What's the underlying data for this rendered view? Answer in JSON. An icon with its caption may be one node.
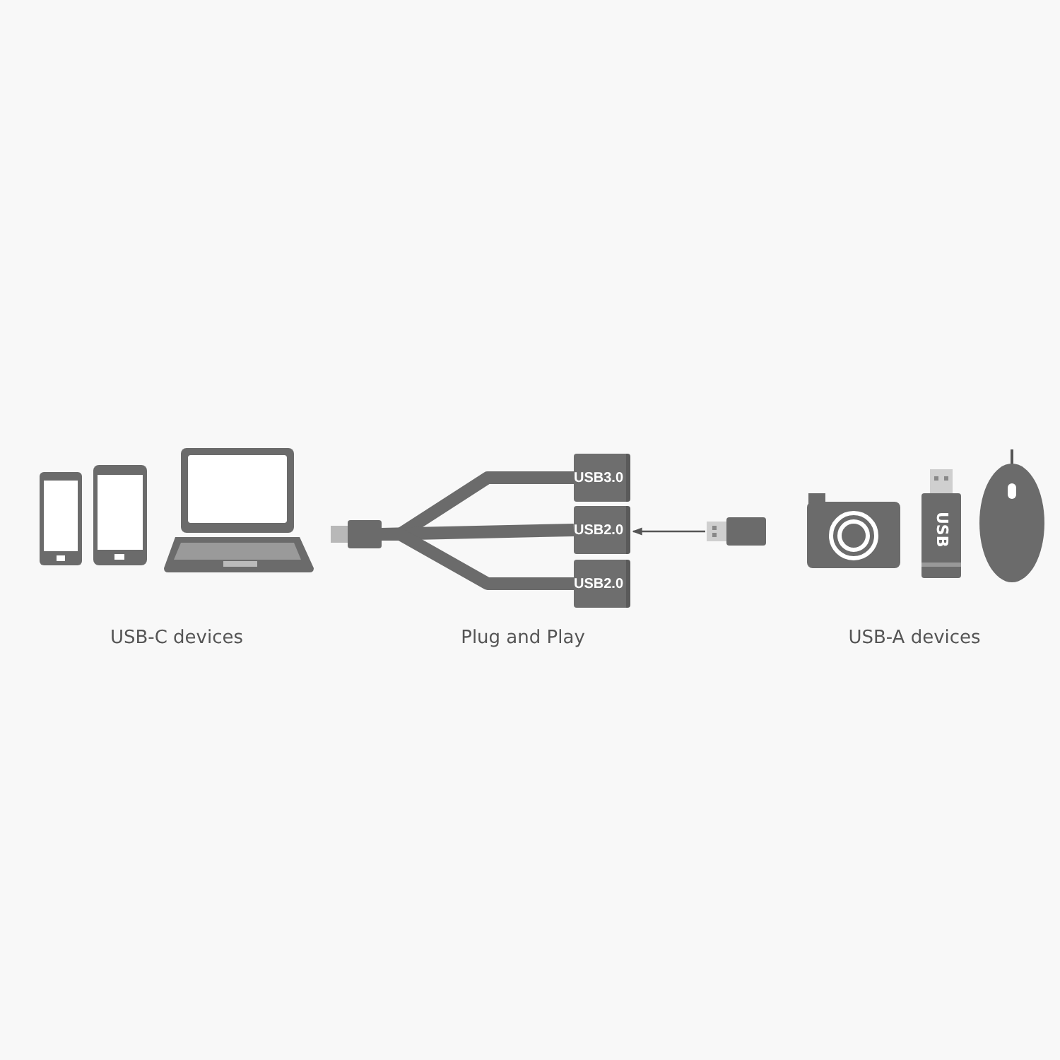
{
  "diagram": {
    "nodes": [
      {
        "text": [],
        "shape": "box"
      },
      {
        "text": [
          "USB3.0"
        ]
      },
      {
        "text": [
          "USB2.0"
        ]
      },
      {
        "text": [
          "USB2.0"
        ]
      },
      {
        "text": [],
        "shape": "box"
      },
      {
        "text": [
          "USB"
        ]
      }
    ],
    "edges": [
      {
        "from": 0,
        "to": 1,
        "arrow": "none"
      },
      {
        "from": 0,
        "to": 2,
        "arrow": "none"
      },
      {
        "from": 0,
        "to": 3,
        "arrow": "none"
      },
      {
        "from": 4,
        "to": 2,
        "arrow": "to"
      }
    ],
    "labels": [
      "USB-C devices",
      "Plug and Play",
      "USB-A devices"
    ]
  }
}
